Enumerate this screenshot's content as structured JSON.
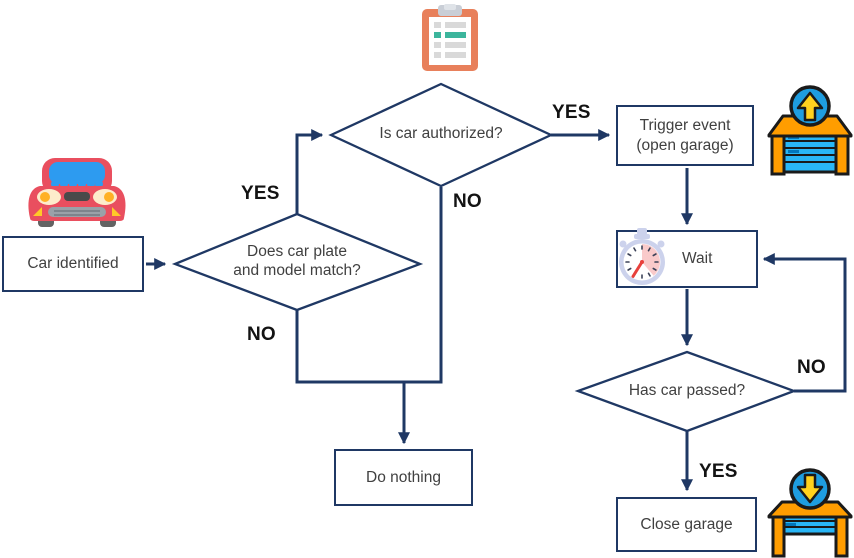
{
  "flowchart": {
    "nodes": {
      "car_identified": "Car identified",
      "plate_match": "Does car plate\nand model match?",
      "car_authorized": "Is car authorized?",
      "trigger_event": "Trigger event\n(open garage)",
      "wait": "Wait",
      "has_car_passed": "Has car passed?",
      "close_garage": "Close garage",
      "do_nothing": "Do nothing"
    },
    "edge_labels": {
      "plate_match_yes": "YES",
      "plate_match_no": "NO",
      "car_authorized_yes": "YES",
      "car_authorized_no": "NO",
      "has_car_passed_yes": "YES",
      "has_car_passed_no": "NO"
    },
    "icons": {
      "car": "car-icon",
      "checklist": "clipboard-checklist-icon",
      "garage_open": "garage-door-open-icon",
      "stopwatch": "stopwatch-icon",
      "garage_close": "garage-door-close-icon"
    },
    "colors": {
      "connector": "#1f3864",
      "node_border": "#1f3864",
      "node_text": "#404040",
      "edge_label_text": "#131313",
      "background": "#ffffff",
      "clipboard_orange": "#e8805b",
      "clipboard_teal": "#3cb59c",
      "garage_orange": "#ff9d00",
      "garage_door_blue": "#29b6f6",
      "badge_circle_blue": "#1e9de0",
      "badge_arrow_yellow": "#ffd21e",
      "car_red": "#e94f5f",
      "stopwatch_body": "#ccd2ec",
      "stopwatch_hand_red": "#e8413c"
    }
  }
}
